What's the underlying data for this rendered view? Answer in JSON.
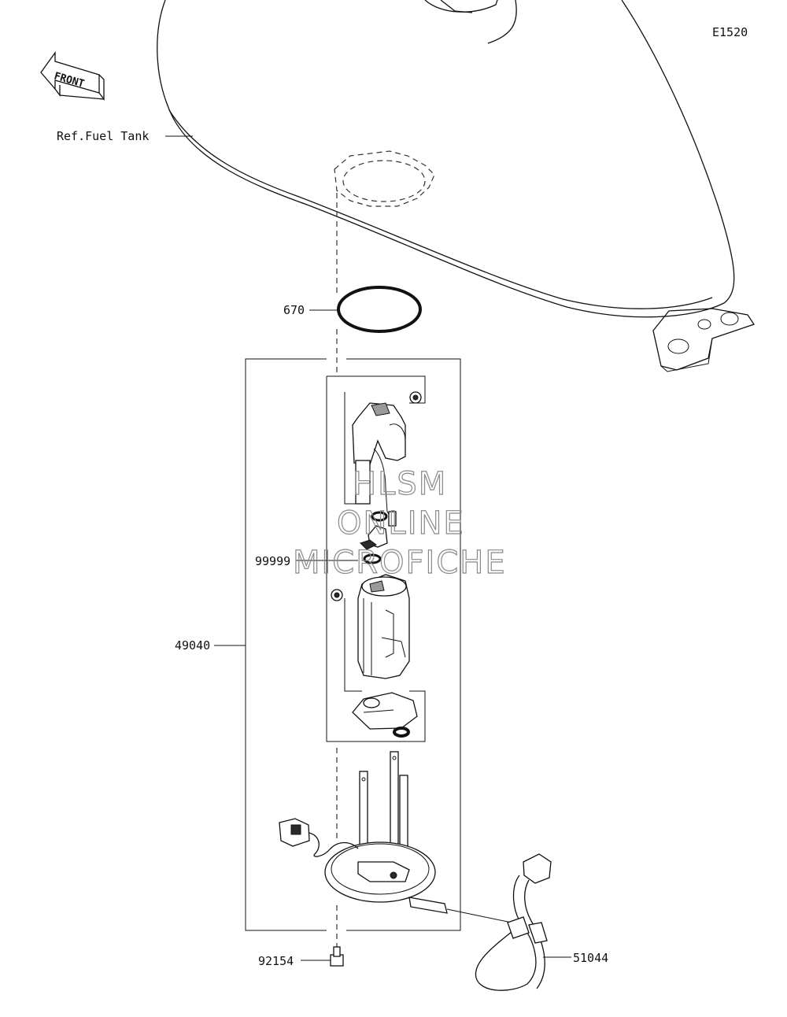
{
  "diagram_code": "E1520",
  "front_arrow_text": "FRONT",
  "labels": {
    "ref_fuel_tank": "Ref.Fuel Tank",
    "part_670": "670",
    "part_99999": "99999",
    "part_49040": "49040",
    "part_92154": "92154",
    "part_51044": "51044"
  },
  "watermark": {
    "line1": "HLSM",
    "line2": "ONLINE",
    "line3": "MICROFICHE"
  }
}
